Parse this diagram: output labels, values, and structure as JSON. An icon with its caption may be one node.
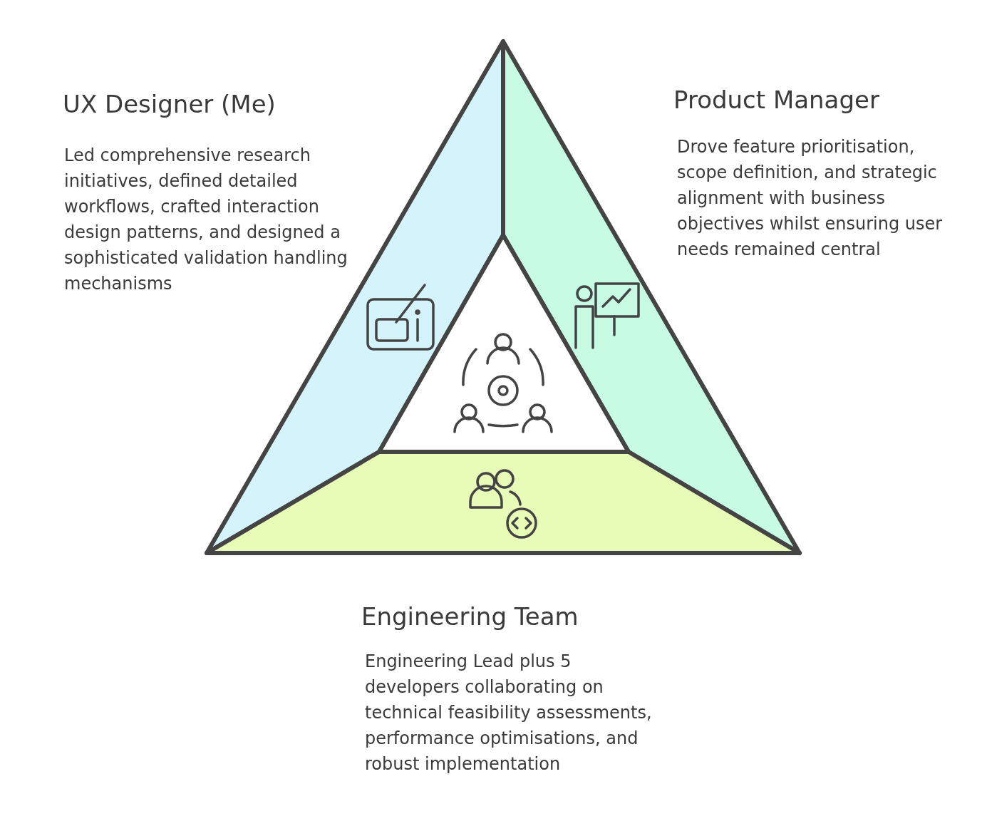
{
  "diagram": {
    "labels": [
      "UX Designer (Me)",
      "Led comprehensive research initiatives, defined detailed workflows, crafted interaction design patterns, and designed a sophisticated validation handling mechanisms",
      "Product Manager",
      "Drove feature prioritisation, scope definition, and strategic alignment with business objectives whilst ensuring user needs remained central",
      "Engineering Team",
      "Engineering Lead plus 5 developers collaborating on technical feasibility assessments, performance optimisations, and robust implementation"
    ]
  }
}
